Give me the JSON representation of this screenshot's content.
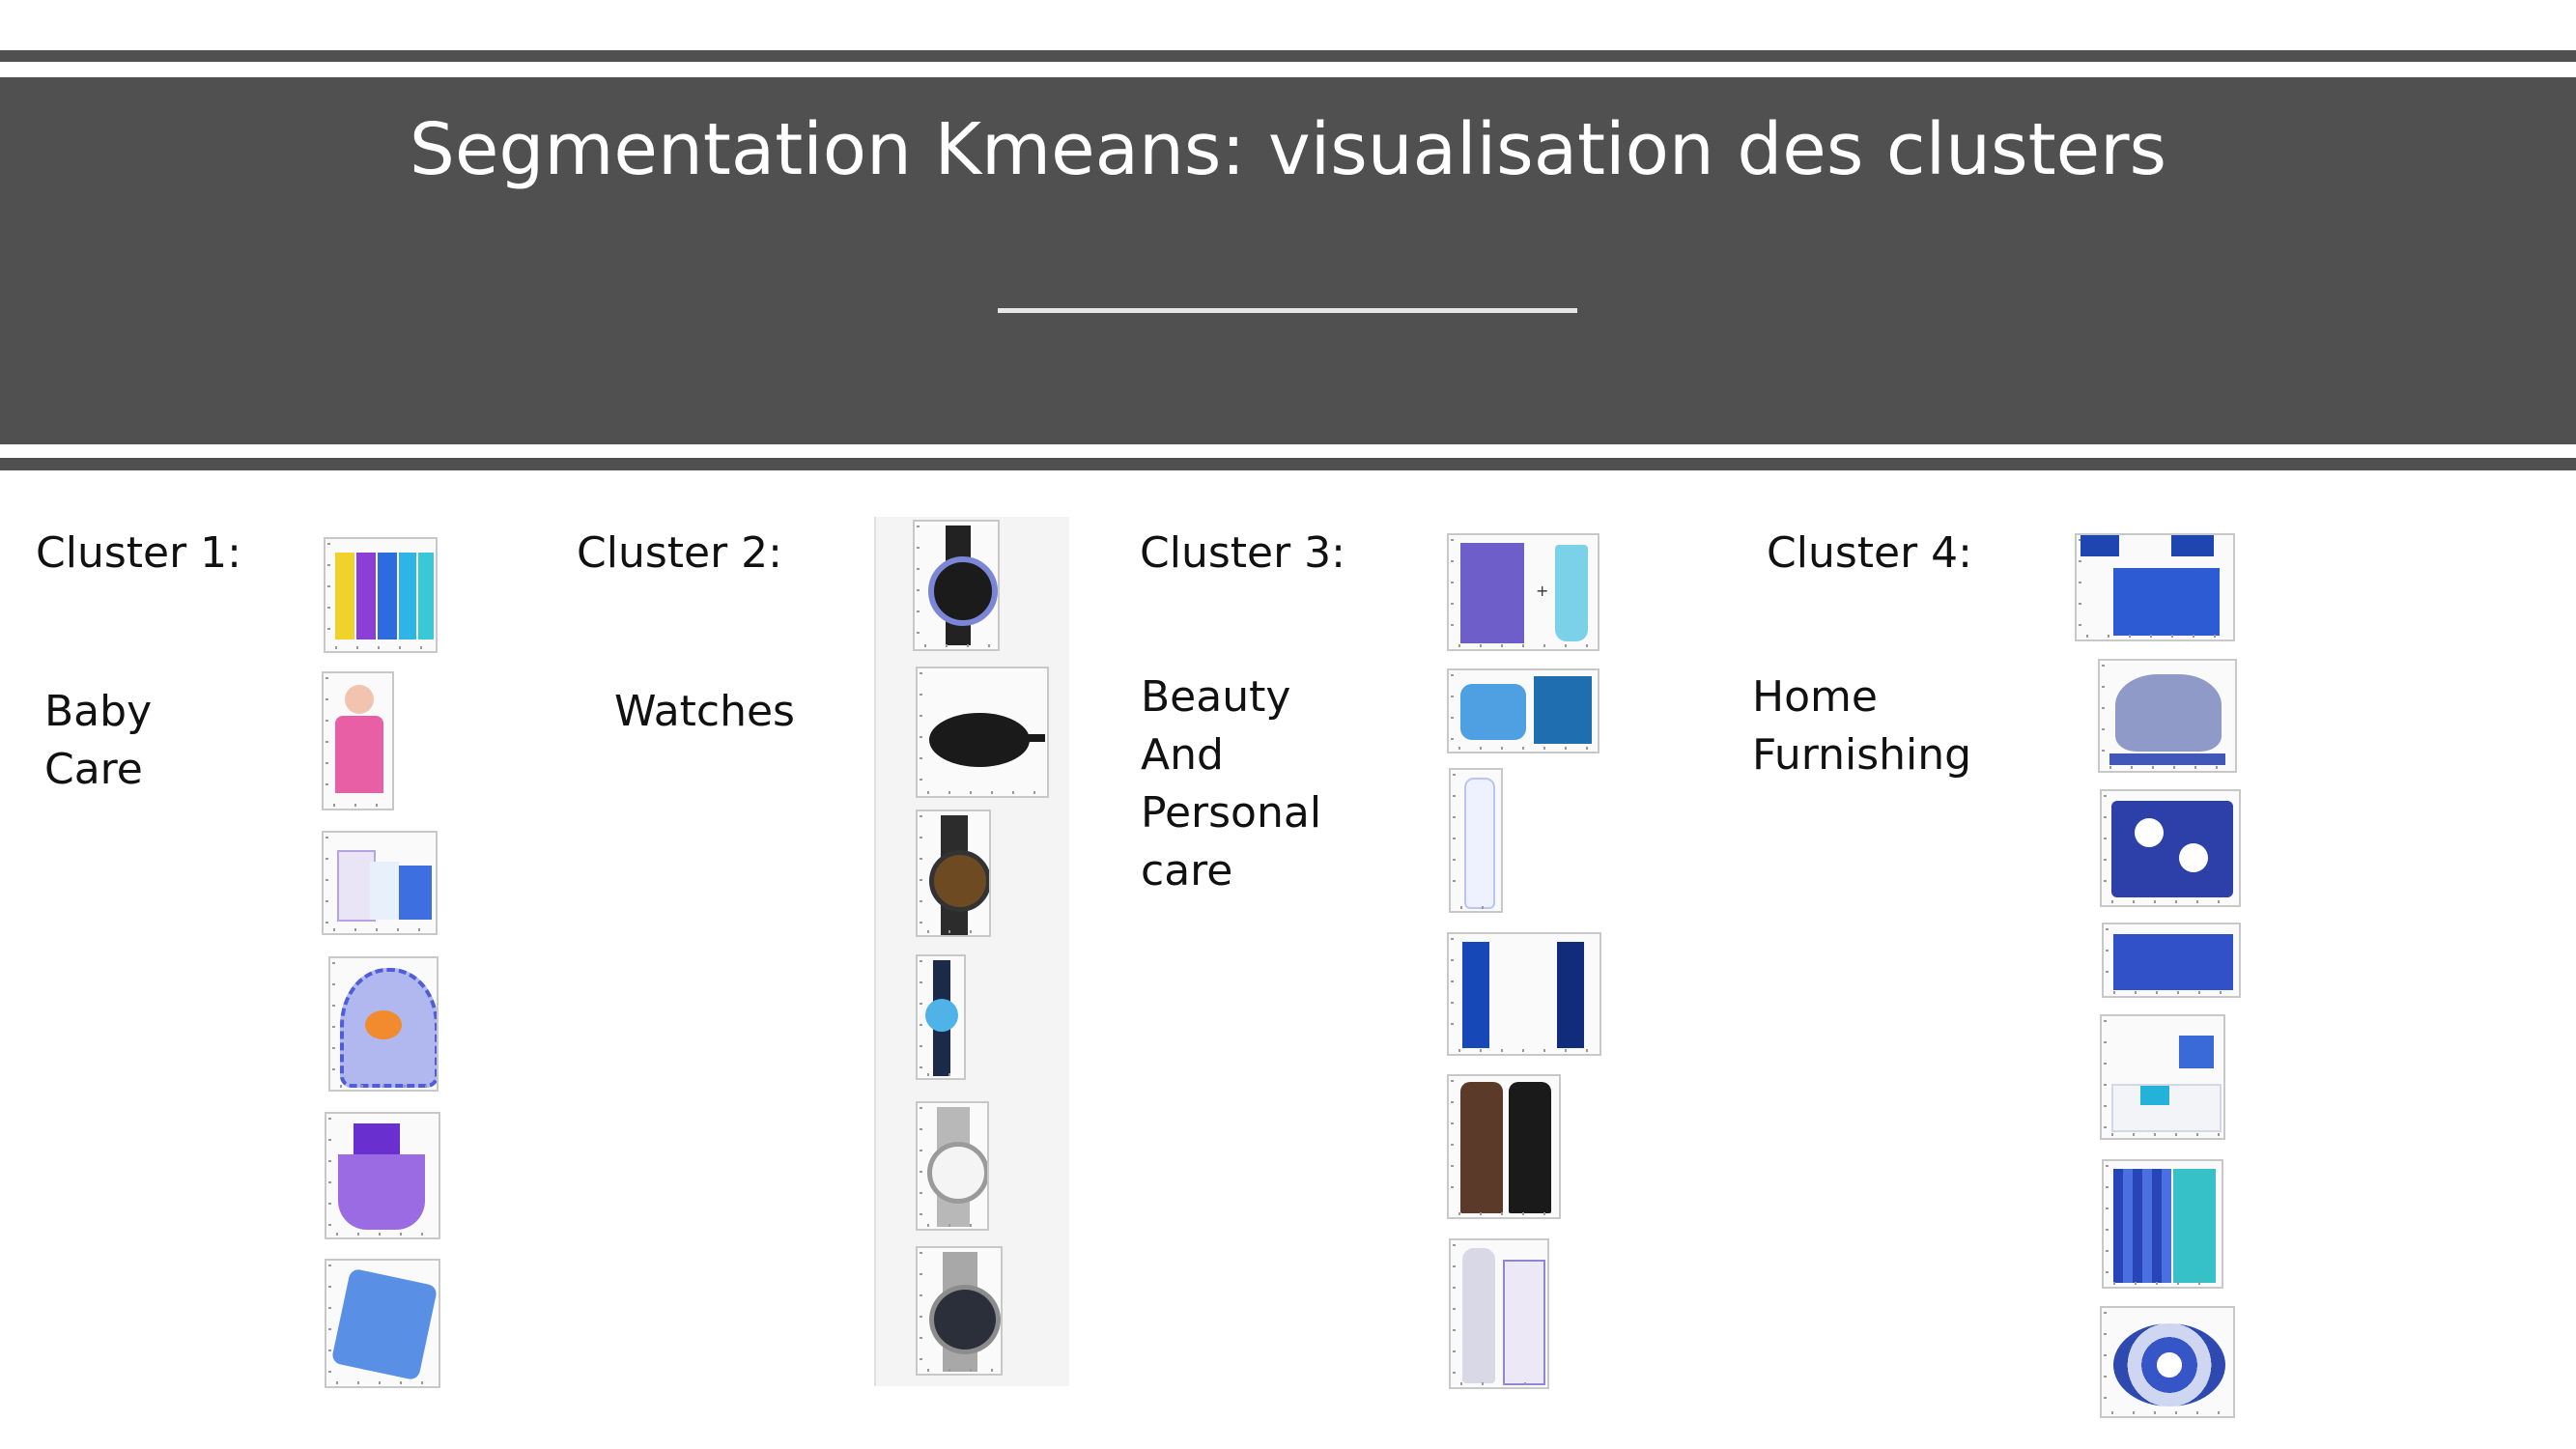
{
  "slide": {
    "title": "Segmentation Kmeans: visualisation des clusters"
  },
  "clusters": [
    {
      "label": "Cluster 1:",
      "category_lines": [
        "Baby",
        "Care"
      ]
    },
    {
      "label": "Cluster 2:",
      "category_lines": [
        "Watches"
      ]
    },
    {
      "label": "Cluster 3:",
      "category_lines": [
        "Beauty",
        "And",
        "Personal",
        "care"
      ]
    },
    {
      "label": "Cluster 4:",
      "category_lines": [
        "Home",
        "Furnishing"
      ]
    }
  ],
  "colors": {
    "banner": "#505050",
    "title_text": "#ffffff",
    "accent_blue": "#3a5fd0",
    "purple": "#7a3fd0"
  },
  "thumbnails": {
    "cluster1": [
      "baby-dresses-set",
      "girl-pink-dress",
      "baby-bodysuits",
      "kids-cap",
      "purple-floral-dress",
      "blue-baby-blanket"
    ],
    "cluster2": [
      "round-wristwatch",
      "frying-pan",
      "sport-watch",
      "blue-watch",
      "silver-watch",
      "chronograph-watch"
    ],
    "cluster3": [
      "skincare-kit",
      "cream-jar-and-box",
      "lotion-bottle",
      "deodorant-sprays",
      "body-spray-cans",
      "shampoo-and-tube"
    ],
    "cluster4": [
      "cushion-covers",
      "elephant-figurine",
      "floral-bedsheet",
      "blue-bedroom-set",
      "sofa-cushion",
      "blue-curtain",
      "decorative-bowls"
    ]
  }
}
